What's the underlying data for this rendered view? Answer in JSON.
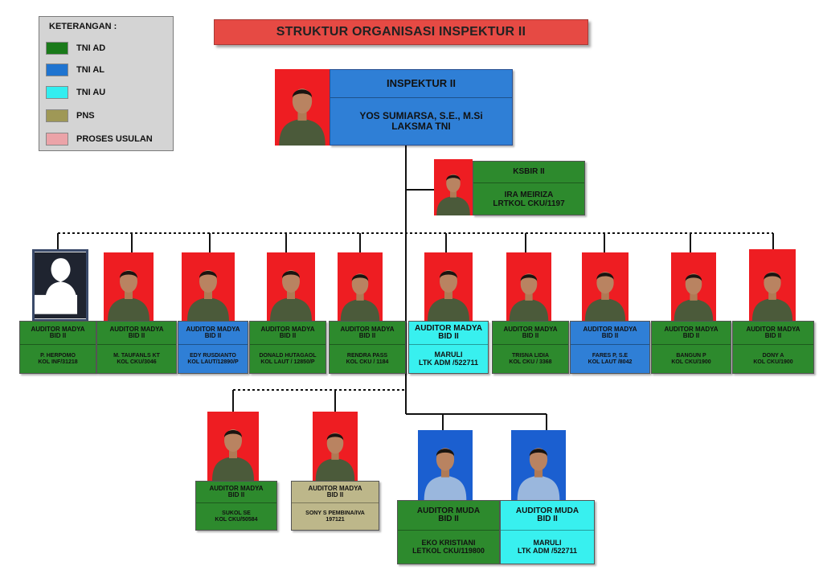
{
  "legend": {
    "title": "KETERANGAN :",
    "items": [
      {
        "label": "TNI AD",
        "color": "#1a7a1a"
      },
      {
        "label": "TNI AL",
        "color": "#1f74d0"
      },
      {
        "label": "TNI AU",
        "color": "#33eef0"
      },
      {
        "label": "PNS",
        "color": "#9f9856"
      },
      {
        "label": "PROSES USULAN",
        "color": "#eba3a8"
      }
    ]
  },
  "title": "STRUKTUR ORGANISASI INSPEKTUR II",
  "head": {
    "position": "INSPEKTUR II",
    "name": "YOS SUMIARSA, S.E., M.Si",
    "rank": "LAKSMA TNI"
  },
  "ksbir": {
    "position": "KSBIR II",
    "name": "IRA MEIRIZA",
    "rank": "LRTKOL CKU/1197"
  },
  "auditors": [
    {
      "pos": "AUDITOR MADYA",
      "bid": "BID II",
      "name": "P. HERPOMO",
      "rank": "KOL INF/31218"
    },
    {
      "pos": "AUDITOR MADYA",
      "bid": "BID II",
      "name": "M. TAUFANLS KT",
      "rank": "KOL CKU/3046"
    },
    {
      "pos": "AUDITOR MADYA",
      "bid": "BID II",
      "name": "EDY RUSDIANTO",
      "rank": "KOL LAUT/12890/P"
    },
    {
      "pos": "AUDITOR MADYA",
      "bid": "BID II",
      "name": "DONALD HUTAGAOL",
      "rank": "KOL LAUT / 12850/P"
    },
    {
      "pos": "AUDITOR MADYA",
      "bid": "BID II",
      "name": "RENDRA PASS",
      "rank": "KOL CKU / 1184"
    },
    {
      "pos": "AUDITOR MADYA",
      "bid": "BID II",
      "name": "MARULI",
      "rank": "LTK ADM /522711"
    },
    {
      "pos": "AUDITOR MADYA",
      "bid": "BID II",
      "name": "TRISNA LIDIA",
      "rank": "KOL CKU / 3368"
    },
    {
      "pos": "AUDITOR MADYA",
      "bid": "BID II",
      "name": "FARES P, S.E",
      "rank": "KOL LAUT /8042"
    },
    {
      "pos": "AUDITOR MADYA",
      "bid": "BID II",
      "name": "BANGUN P",
      "rank": "KOL CKU/1900"
    },
    {
      "pos": "AUDITOR MADYA",
      "bid": "BID II",
      "name": "DONY A",
      "rank": "KOL CKU/1900"
    }
  ],
  "lower": [
    {
      "pos": "AUDITOR MADYA",
      "bid": "BID II",
      "name": "SUKOL SE",
      "rank": "KOL CKU/50584"
    },
    {
      "pos": "AUDITOR MADYA",
      "bid": "BID II",
      "name": "SONY S PEMBINA/IVA",
      "rank": "197121"
    }
  ],
  "muda": [
    {
      "pos": "AUDITOR MUDA",
      "bid": "BID II",
      "name": "EKO KRISTIANI",
      "rank": "LETKOL CKU/119800"
    },
    {
      "pos": "AUDITOR MUDA",
      "bid": "BID II",
      "name": "MARULI",
      "rank": "LTK ADM /522711"
    }
  ]
}
